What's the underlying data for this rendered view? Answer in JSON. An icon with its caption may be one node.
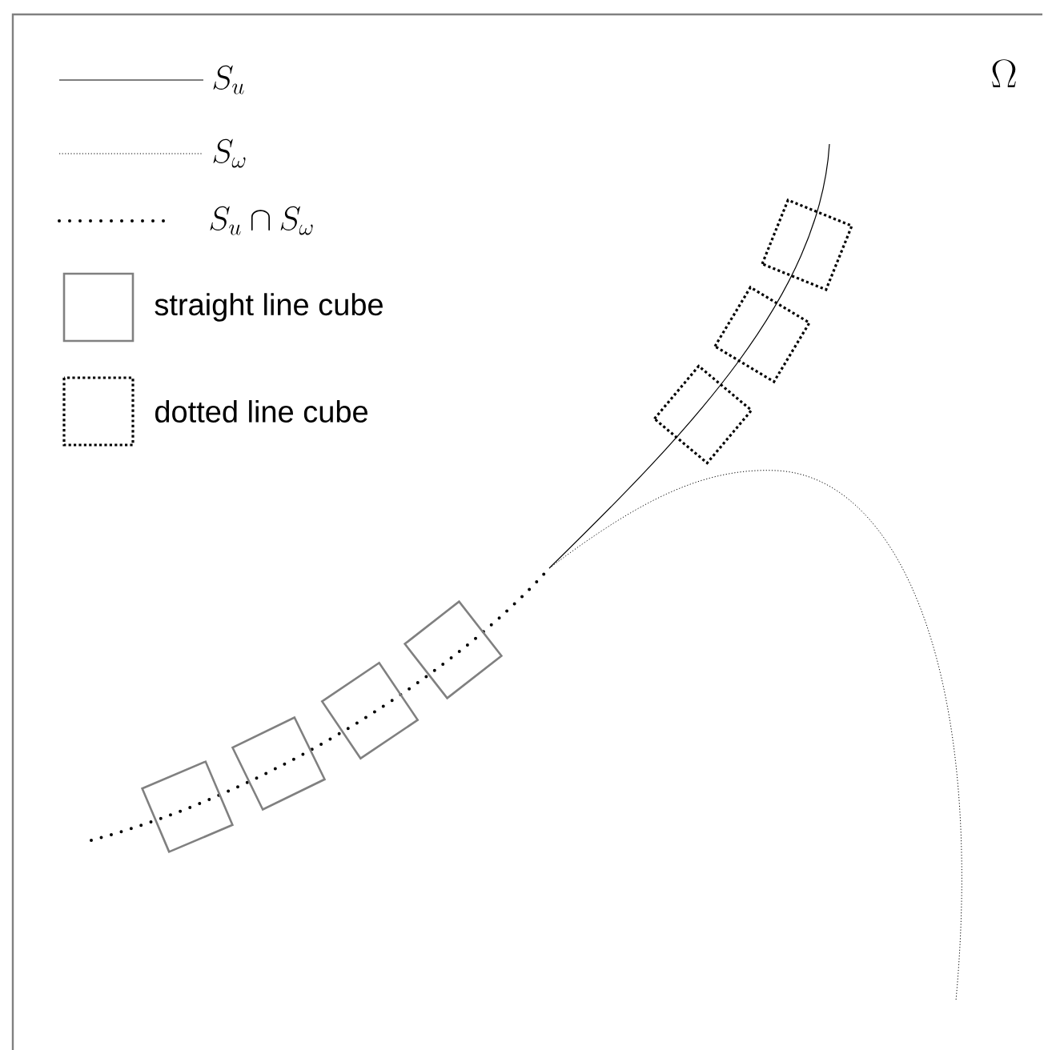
{
  "diagram": {
    "labels": [
      "\\Omega"
    ],
    "legend": [
      {
        "text": "S_u"
      },
      {
        "text": "S_\\omega"
      },
      {
        "text": "S_u \\cap S_\\omega"
      },
      {
        "text": "straight line cube"
      },
      {
        "text": "dotted line cube"
      }
    ]
  }
}
